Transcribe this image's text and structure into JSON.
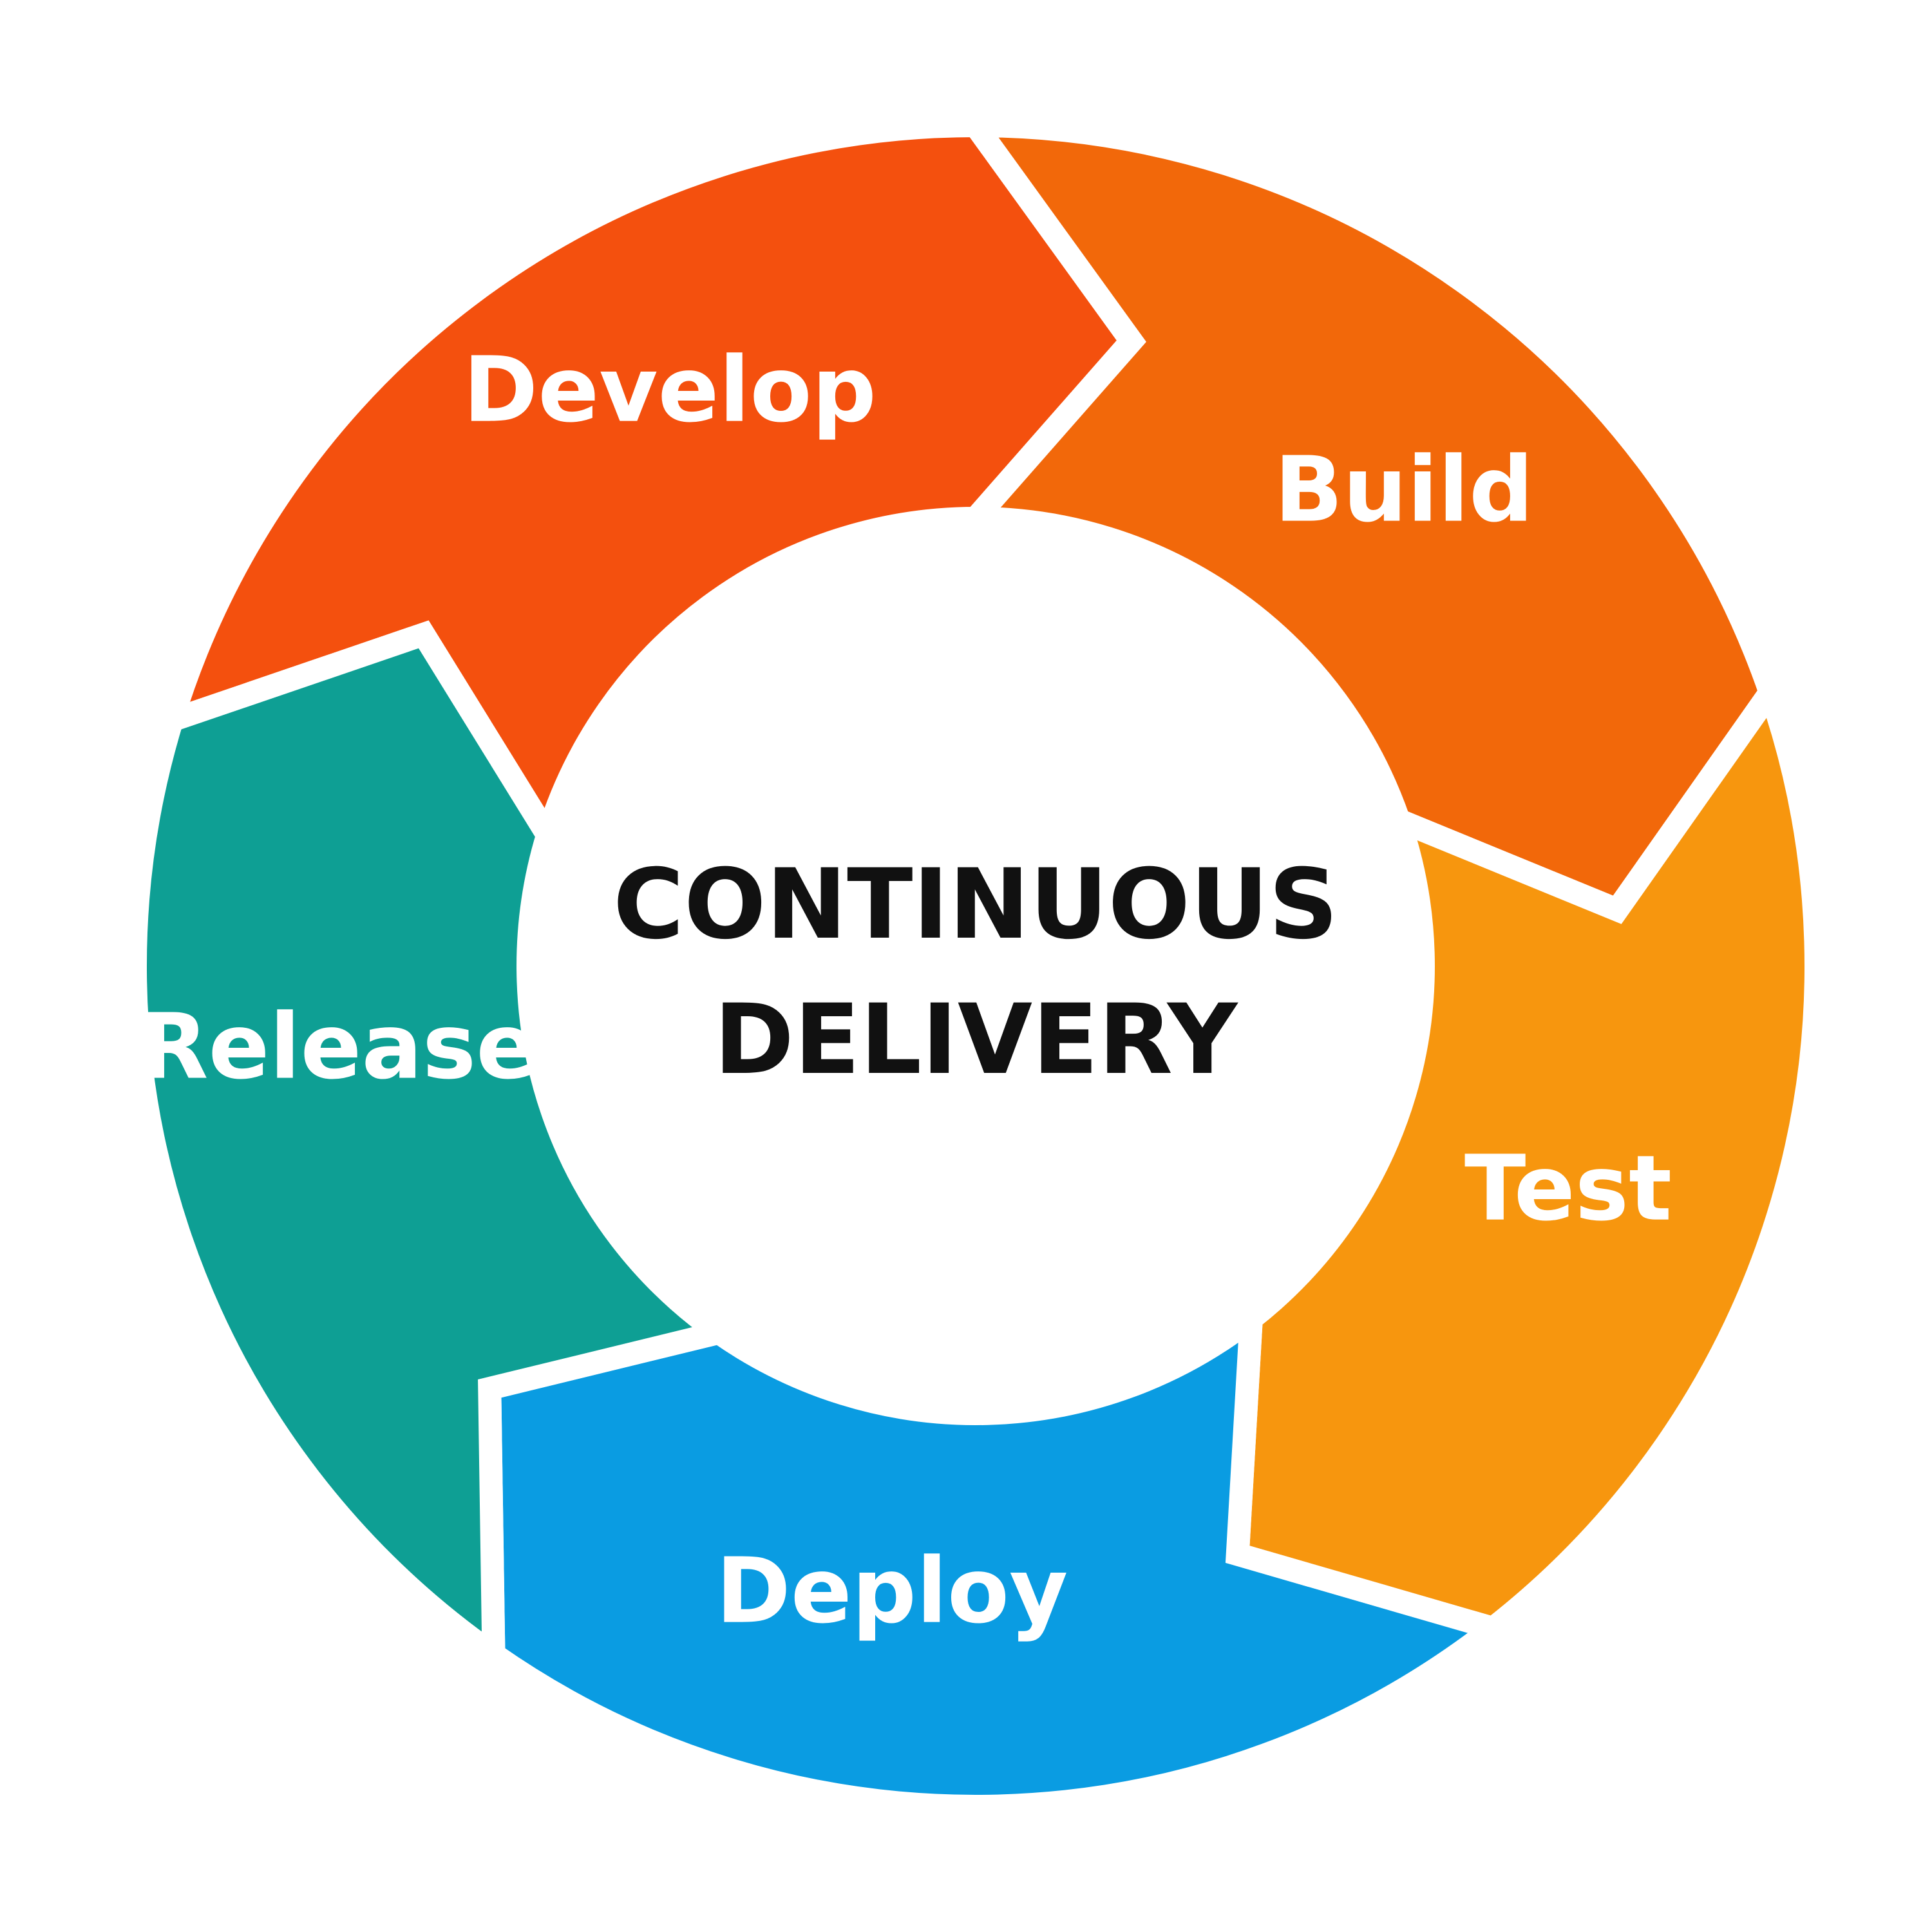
{
  "title": {
    "line1": "CONTINUOUS",
    "line2": "DELIVERY"
  },
  "stages": [
    {
      "label": "Develop",
      "color": "#F4500E"
    },
    {
      "label": "Build",
      "color": "#F2680A"
    },
    {
      "label": "Test",
      "color": "#F7960E"
    },
    {
      "label": "Deploy",
      "color": "#0A9CE2"
    },
    {
      "label": "Release",
      "color": "#0E9F94"
    }
  ]
}
